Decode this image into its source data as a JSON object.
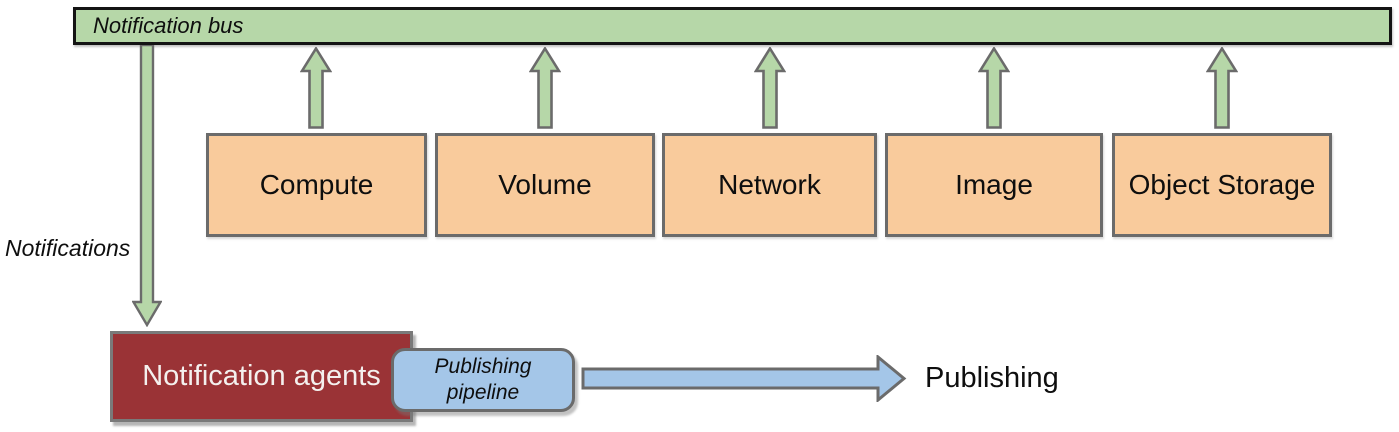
{
  "diagram": {
    "bus": {
      "label": "Notification bus"
    },
    "services": [
      {
        "label": "Compute"
      },
      {
        "label": "Volume"
      },
      {
        "label": "Network"
      },
      {
        "label": "Image"
      },
      {
        "label": "Object Storage"
      }
    ],
    "notifications_label": "Notifications",
    "agents": {
      "label": "Notification agents"
    },
    "pipeline": {
      "label": "Publishing pipeline"
    },
    "publishing_label": "Publishing",
    "colors": {
      "bus_green": "#b6d7a8",
      "service_orange": "#f9cb9c",
      "agents_red": "#9a3336",
      "pipeline_blue": "#a4c6e8",
      "arrow_green": "#b6d7a8",
      "arrow_blue": "#a4c6e8",
      "border_gray": "#6b6b6b",
      "bus_border_black": "#141414"
    }
  }
}
